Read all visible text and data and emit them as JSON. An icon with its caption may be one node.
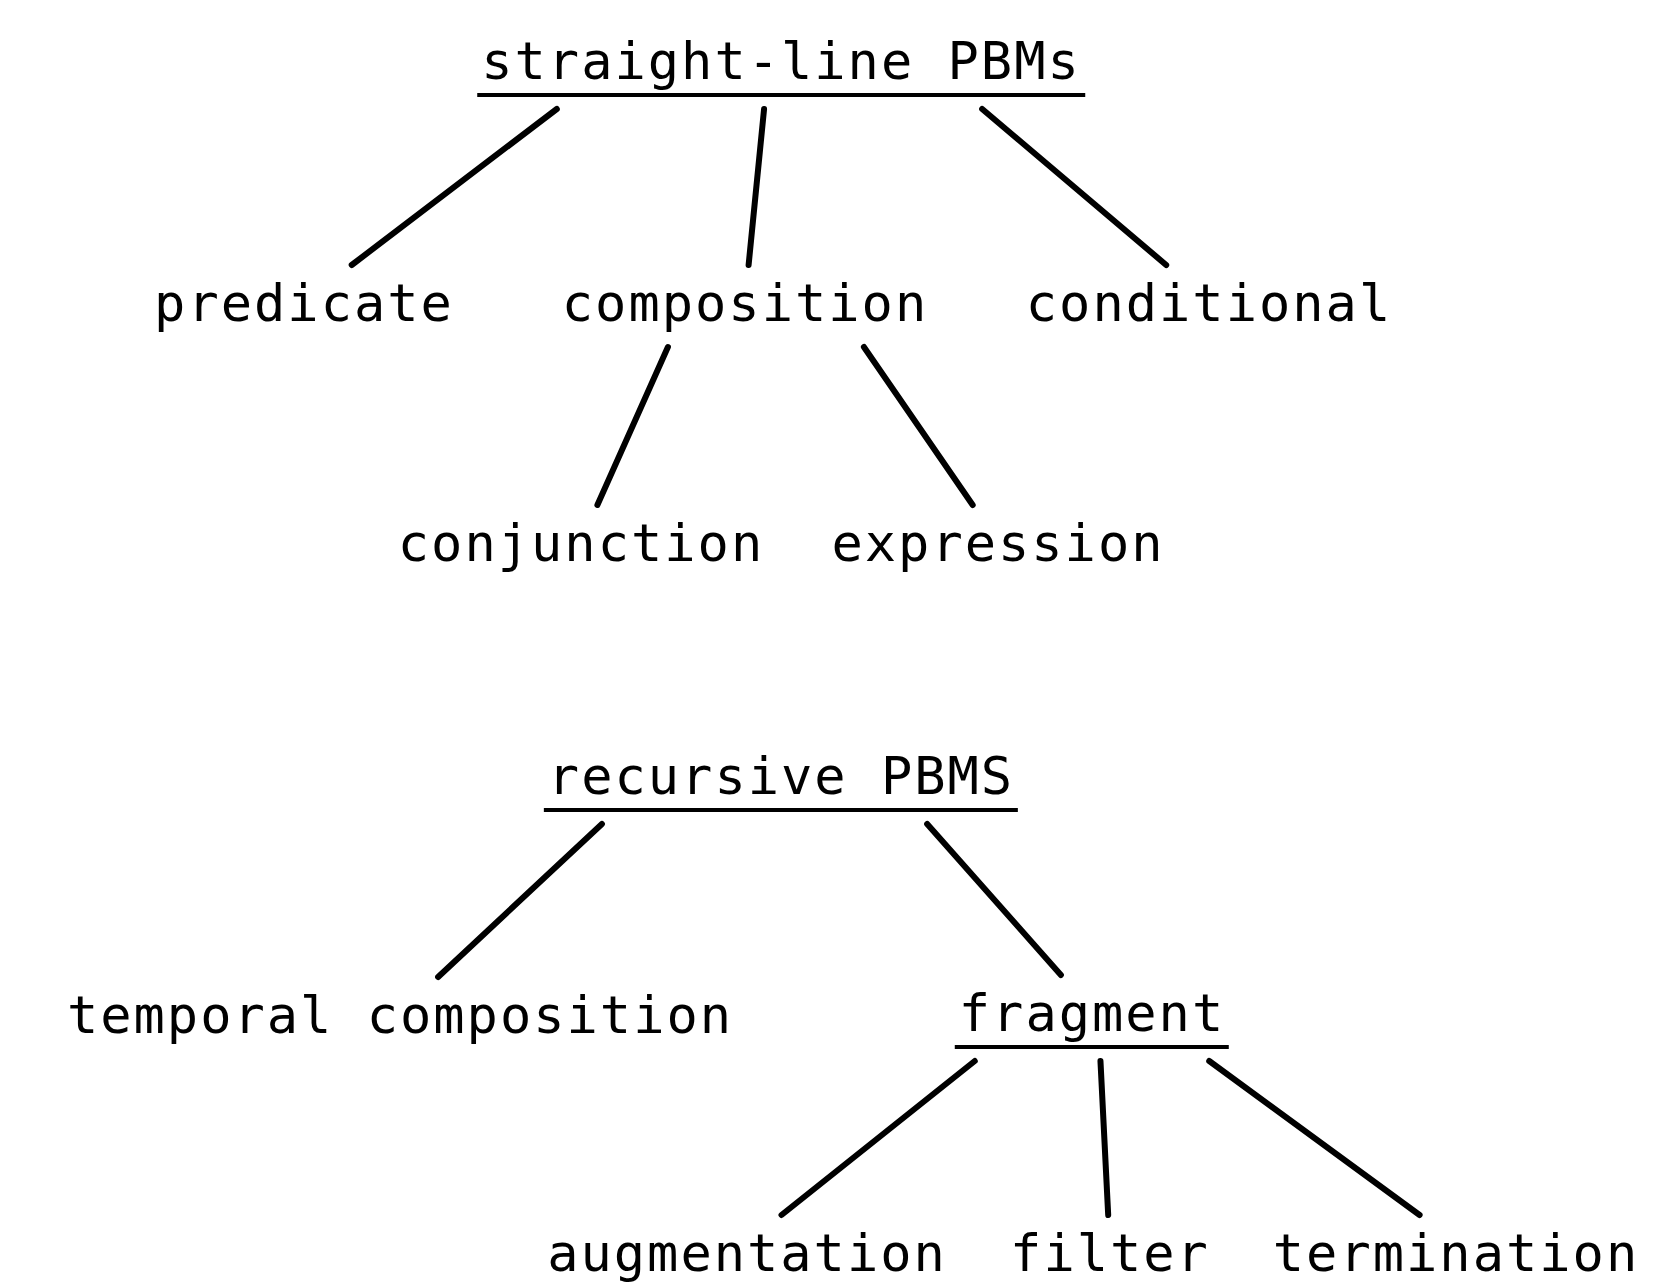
{
  "diagram": {
    "nodes": [
      {
        "text": [
          "straight-line PBMs"
        ]
      },
      {
        "text": [
          "predicate"
        ]
      },
      {
        "text": [
          "composition"
        ]
      },
      {
        "text": [
          "conditional"
        ]
      },
      {
        "text": [
          "conjunction"
        ]
      },
      {
        "text": [
          "expression"
        ]
      },
      {
        "text": [
          "recursive PBMS"
        ]
      },
      {
        "text": [
          "temporal composition"
        ]
      },
      {
        "text": [
          "fragment"
        ]
      },
      {
        "text": [
          "augmentation"
        ]
      },
      {
        "text": [
          "filter"
        ]
      },
      {
        "text": [
          "termination"
        ]
      }
    ],
    "edges": [
      {
        "from": 0,
        "to": 1,
        "arrow": "none"
      },
      {
        "from": 0,
        "to": 2,
        "arrow": "none"
      },
      {
        "from": 0,
        "to": 3,
        "arrow": "none"
      },
      {
        "from": 2,
        "to": 4,
        "arrow": "none"
      },
      {
        "from": 2,
        "to": 5,
        "arrow": "none"
      },
      {
        "from": 6,
        "to": 7,
        "arrow": "none"
      },
      {
        "from": 6,
        "to": 8,
        "arrow": "none"
      },
      {
        "from": 8,
        "to": 9,
        "arrow": "none"
      },
      {
        "from": 8,
        "to": 10,
        "arrow": "none"
      },
      {
        "from": 8,
        "to": 11,
        "arrow": "none"
      }
    ]
  }
}
